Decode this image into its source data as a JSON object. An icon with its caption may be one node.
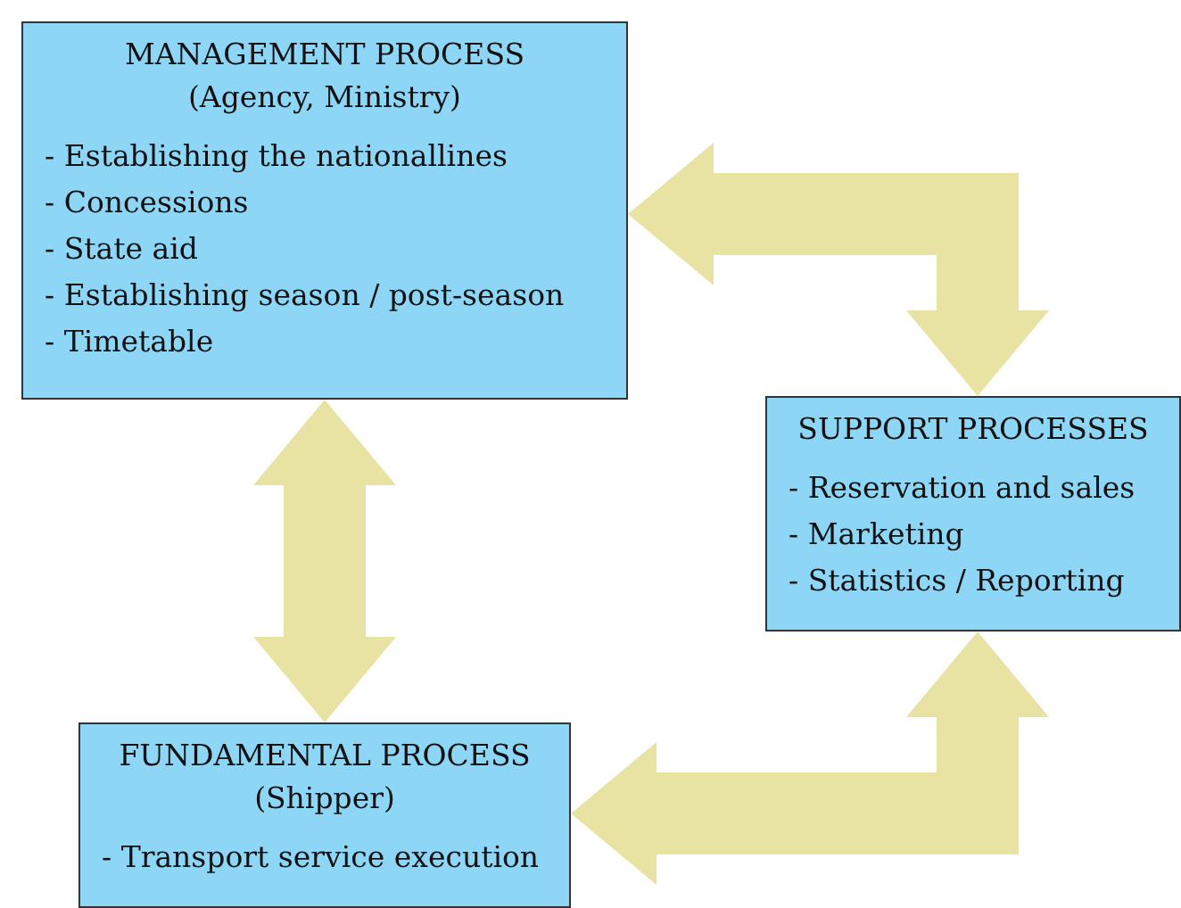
{
  "diagram": {
    "nodes": [
      {
        "text": [
          "MANAGEMENT PROCESS",
          "(Agency, Ministry)",
          "- Establishing the nationallines",
          "- Concessions",
          "- State aid",
          "- Establishing season / post-season",
          "- Timetable"
        ]
      },
      {
        "text": [
          "SUPPORT PROCESSES",
          "- Reservation and sales",
          "- Marketing",
          "- Statistics / Reporting"
        ]
      },
      {
        "text": [
          "FUNDAMENTAL PROCESS",
          "(Shipper)",
          "- Transport service execution"
        ]
      }
    ],
    "edges": [
      {
        "from": 0,
        "to": 1,
        "arrow": "both"
      },
      {
        "from": 0,
        "to": 2,
        "arrow": "both"
      },
      {
        "from": 2,
        "to": 1,
        "arrow": "both"
      }
    ]
  }
}
